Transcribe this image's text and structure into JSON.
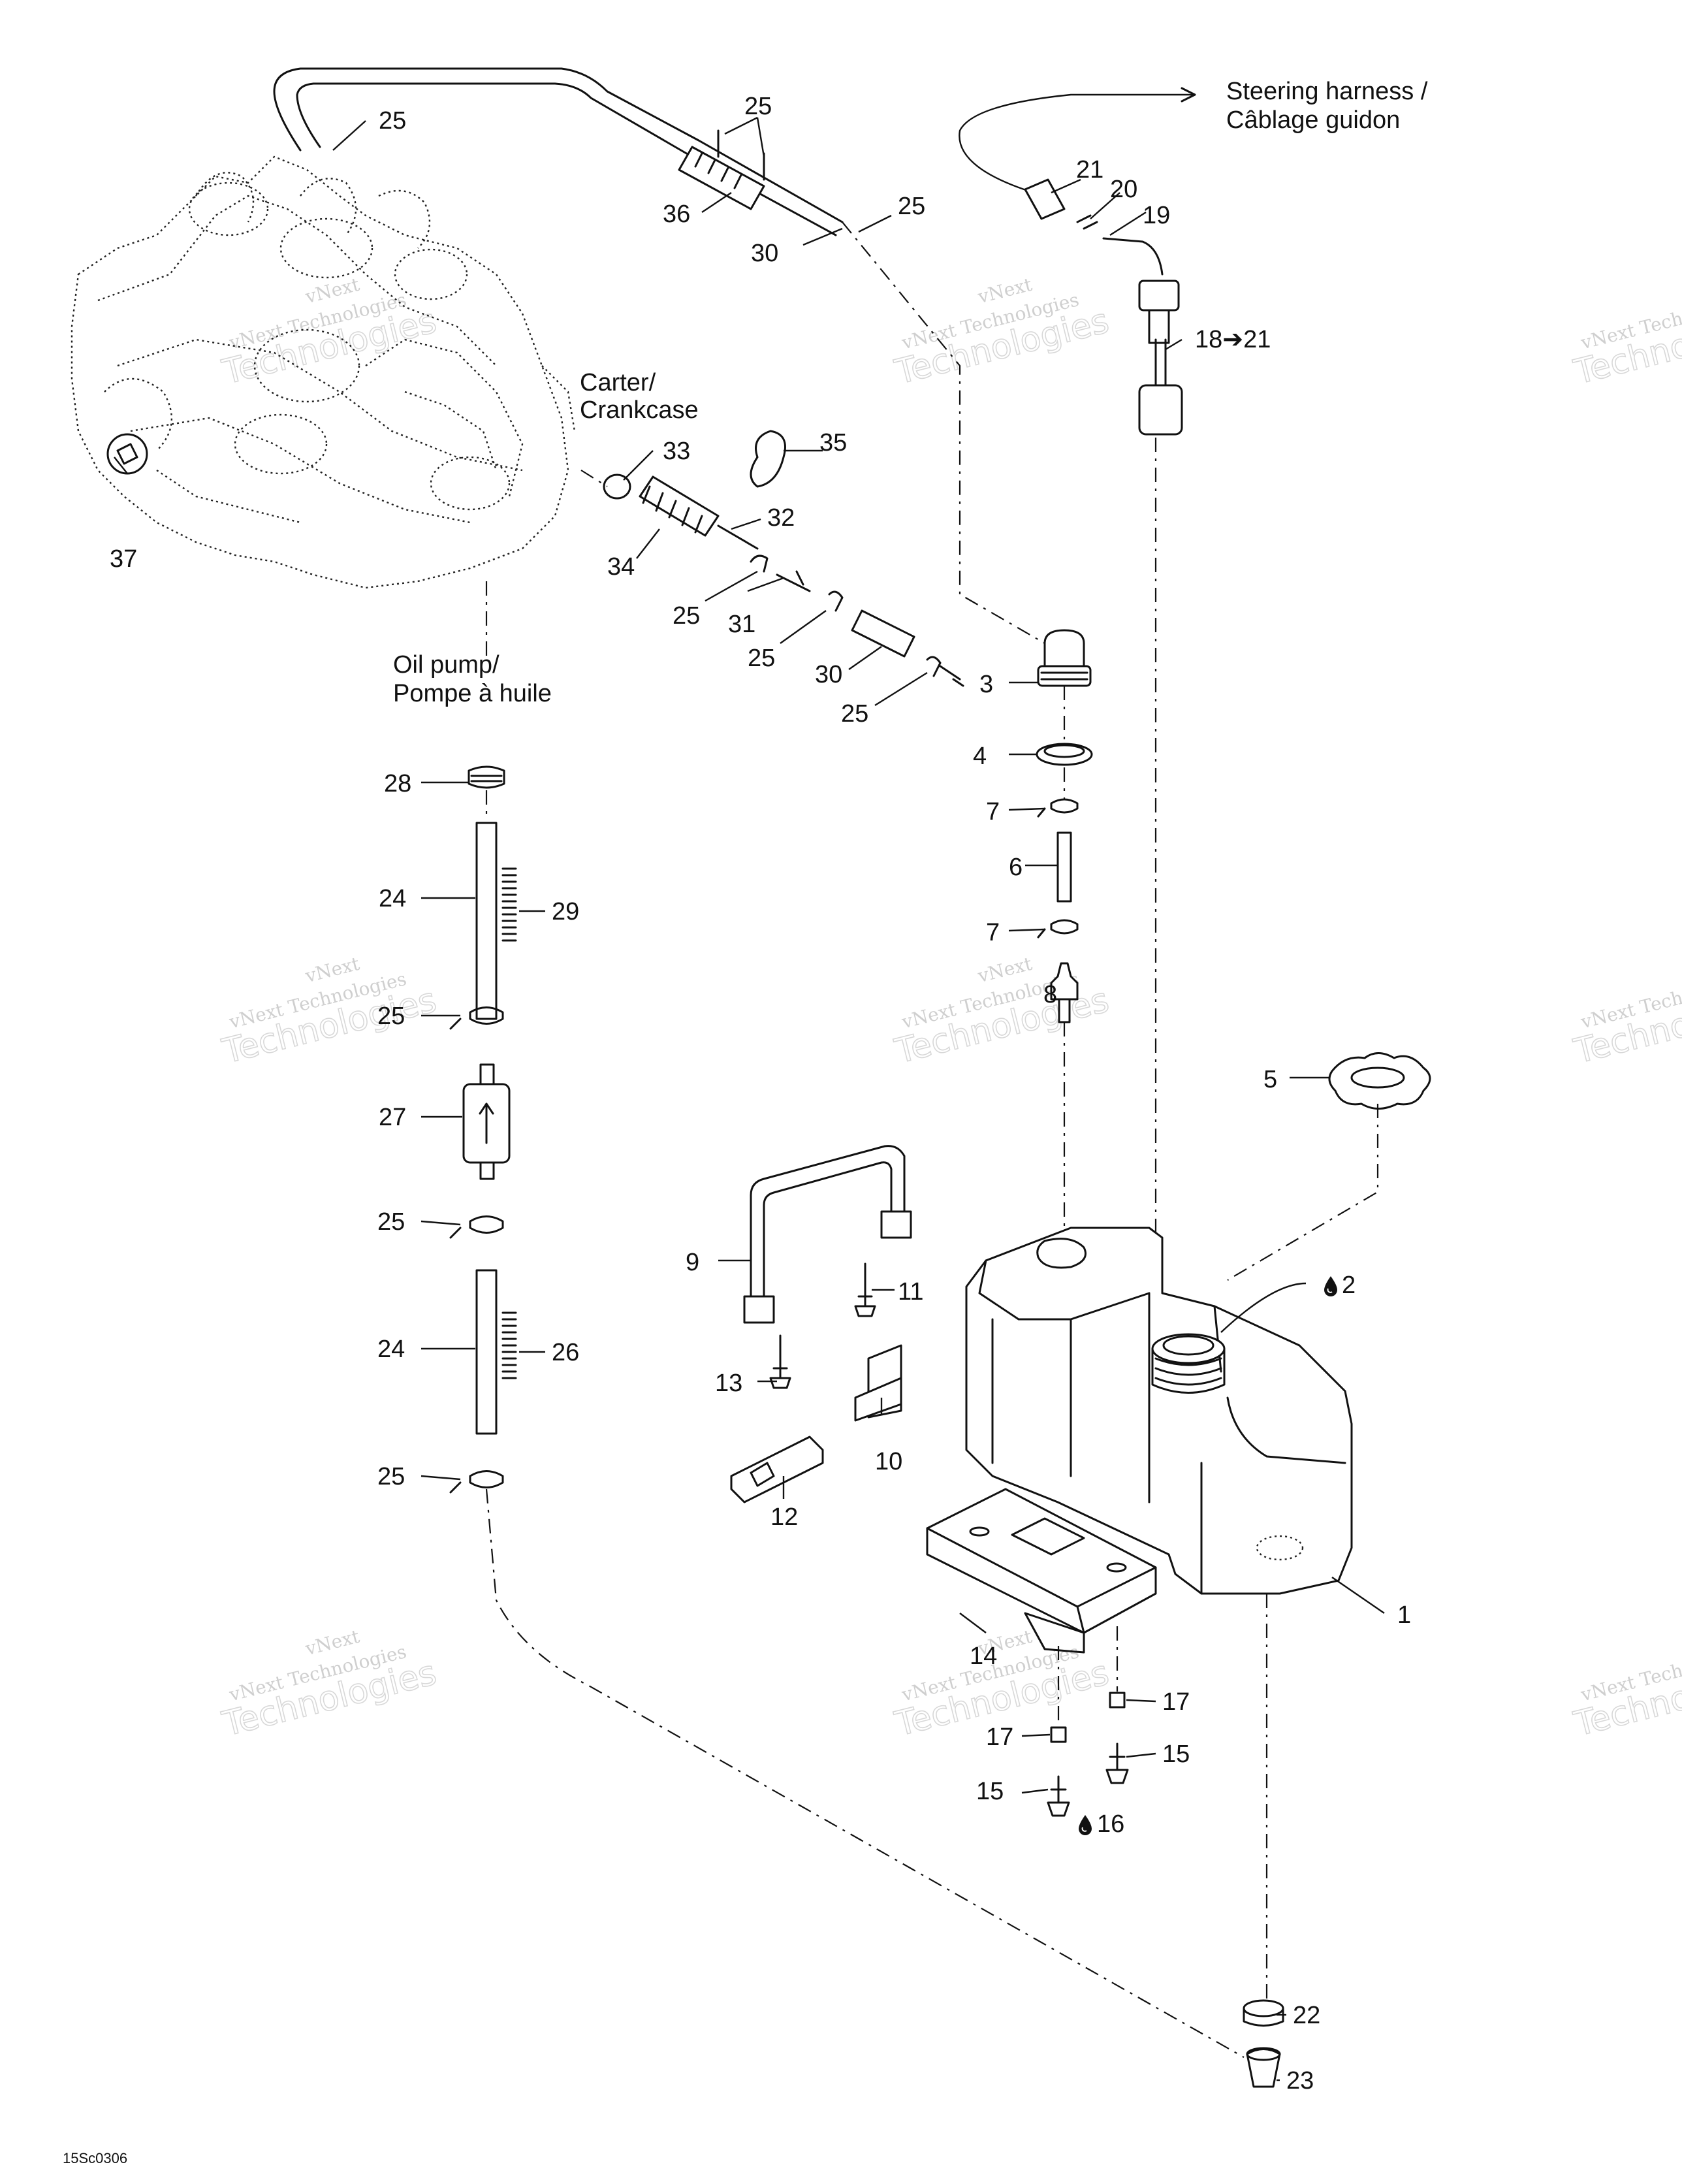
{
  "figure_code": "15Sc0306",
  "captions": {
    "steering_harness": [
      "Steering harness /",
      "Câblage guidon"
    ],
    "crankcase": [
      "Carter/",
      "Crankcase"
    ],
    "oil_pump": [
      "Oil pump/",
      "Pompe à huile"
    ]
  },
  "callouts": {
    "c1": "1",
    "c2": "2",
    "c3": "3",
    "c4": "4",
    "c5": "5",
    "c6": "6",
    "c7a": "7",
    "c7b": "7",
    "c8": "8",
    "c9": "9",
    "c10": "10",
    "c11": "11",
    "c12": "12",
    "c13": "13",
    "c14": "14",
    "c15a": "15",
    "c15b": "15",
    "c16": "16",
    "c17a": "17",
    "c17b": "17",
    "c18": "18➔21",
    "c19": "19",
    "c20": "20",
    "c21": "21",
    "c22": "22",
    "c23": "23",
    "c24a": "24",
    "c24b": "24",
    "c25a": "25",
    "c25b": "25",
    "c25c": "25",
    "c25d": "25",
    "c25e": "25",
    "c25f": "25",
    "c25g": "25",
    "c25h": "25",
    "c25i": "25",
    "c26": "26",
    "c27": "27",
    "c28": "28",
    "c29": "29",
    "c30a": "30",
    "c30b": "30",
    "c31": "31",
    "c32": "32",
    "c33": "33",
    "c34": "34",
    "c35": "35",
    "c36": "36",
    "c37": "37"
  },
  "watermark": {
    "line1": "vNext",
    "line2": "vNext Technologies",
    "line3": "Technologies"
  },
  "icons": {
    "lubricant": "oil-drop-icon"
  }
}
